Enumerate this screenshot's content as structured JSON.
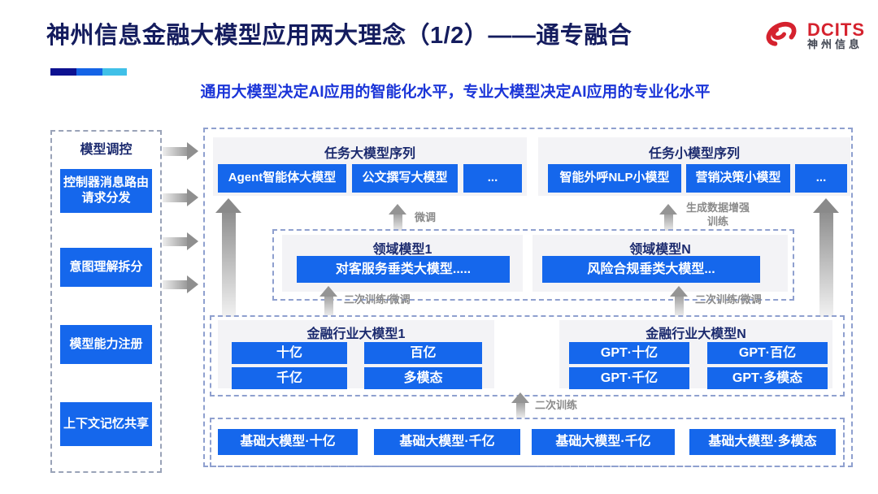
{
  "header": {
    "title": "神州信息金融大模型应用两大理念（1/2）——通专融合",
    "subtitle": "通用大模型决定AI应用的智能化水平，专业大模型决定AI应用的专业化水平",
    "logo": {
      "brand": "DCITS",
      "brand_cn": "神州信息"
    }
  },
  "sidebar": {
    "title": "模型调控",
    "items": [
      {
        "label": "控制器消息路由请求分发"
      },
      {
        "label": "意图理解拆分"
      },
      {
        "label": "模型能力注册"
      },
      {
        "label": "上下文记忆共享"
      }
    ]
  },
  "diagram": {
    "task_large": {
      "title": "任务大模型序列",
      "items": [
        "Agent智能体大模型",
        "公文撰写大模型",
        "..."
      ]
    },
    "task_small": {
      "title": "任务小模型序列",
      "items": [
        "智能外呼NLP小模型",
        "营销决策小模型",
        "..."
      ]
    },
    "domain": {
      "left": {
        "title": "领域模型1",
        "item": "对客服务垂类大模型....."
      },
      "right": {
        "title": "领域模型N",
        "item": "风险合规垂类大模型..."
      }
    },
    "industry": {
      "left": {
        "title": "金融行业大模型1",
        "items": [
          "十亿",
          "百亿",
          "千亿",
          "多模态"
        ]
      },
      "right": {
        "title": "金融行业大模型N",
        "items": [
          "GPT·十亿",
          "GPT·百亿",
          "GPT·千亿",
          "GPT·多模态"
        ]
      }
    },
    "base": {
      "items": [
        "基础大模型·十亿",
        "基础大模型·千亿",
        "基础大模型·千亿",
        "基础大模型·多模态"
      ]
    },
    "labels": {
      "fine_tune": "微调",
      "gen_data": "生成数据增强训练",
      "retrain_ft": "二次训练/微调",
      "retrain": "二次训练"
    }
  },
  "colors": {
    "accent_blue": "#1567ec",
    "navy_text": "#1b2a6e",
    "title_navy": "#141c5e",
    "subtitle_blue": "#1b35d8",
    "logo_red": "#d5222e",
    "bar_dark": "#0d1190",
    "bar_mid": "#1463e6",
    "bar_cyan": "#40c0e8"
  }
}
